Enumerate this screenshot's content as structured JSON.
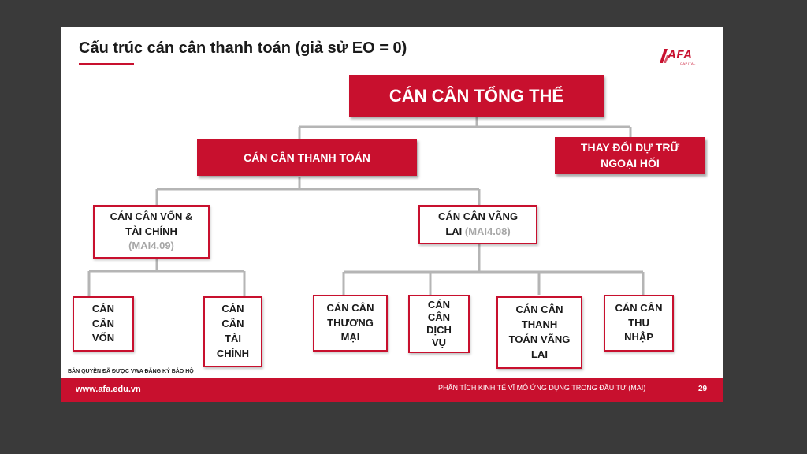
{
  "slide": {
    "title": "Cấu trúc cán cân thanh toán (giả sử EO = 0)",
    "logo": {
      "text": "AFA",
      "subtext": "CAPITAL"
    },
    "copyright": "BẢN QUYỀN ĐÃ ĐƯỢC VWA ĐĂNG KÝ BẢO HỘ",
    "footer": {
      "url": "www.afa.edu.vn",
      "course": "PHÂN TÍCH KINH TẾ VĨ MÔ ỨNG DỤNG TRONG ĐẦU TƯ (MAI)",
      "page": "29"
    }
  },
  "diagram": {
    "root": "CÁN CÂN TỔNG THỂ",
    "bop": "CÁN CÂN THANH TOÁN",
    "reserve": [
      "THAY ĐỔI DỰ TRỮ",
      "NGOẠI HỐI"
    ],
    "capital_financial": {
      "lines": [
        "CÁN CÂN VỐN &",
        "TÀI CHÍNH"
      ],
      "code": "(MAI4.09)"
    },
    "current": {
      "lines": [
        "CÁN CÂN VÃNG",
        "LAI"
      ],
      "code": "(MAI4.08)"
    },
    "capital": [
      "CÁN",
      "CÂN",
      "VỐN"
    ],
    "financial": [
      "CÁN",
      "CÂN",
      "TÀI",
      "CHÍNH"
    ],
    "trade": [
      "CÁN CÂN",
      "THƯƠNG",
      "MẠI"
    ],
    "services": [
      "CÁN",
      "CÂN",
      "DỊCH",
      "VỤ"
    ],
    "transfers": [
      "CÁN CÂN",
      "THANH",
      "TOÁN VÃNG",
      "LAI"
    ],
    "income": [
      "CÁN CÂN",
      "THU",
      "NHẬP"
    ]
  }
}
